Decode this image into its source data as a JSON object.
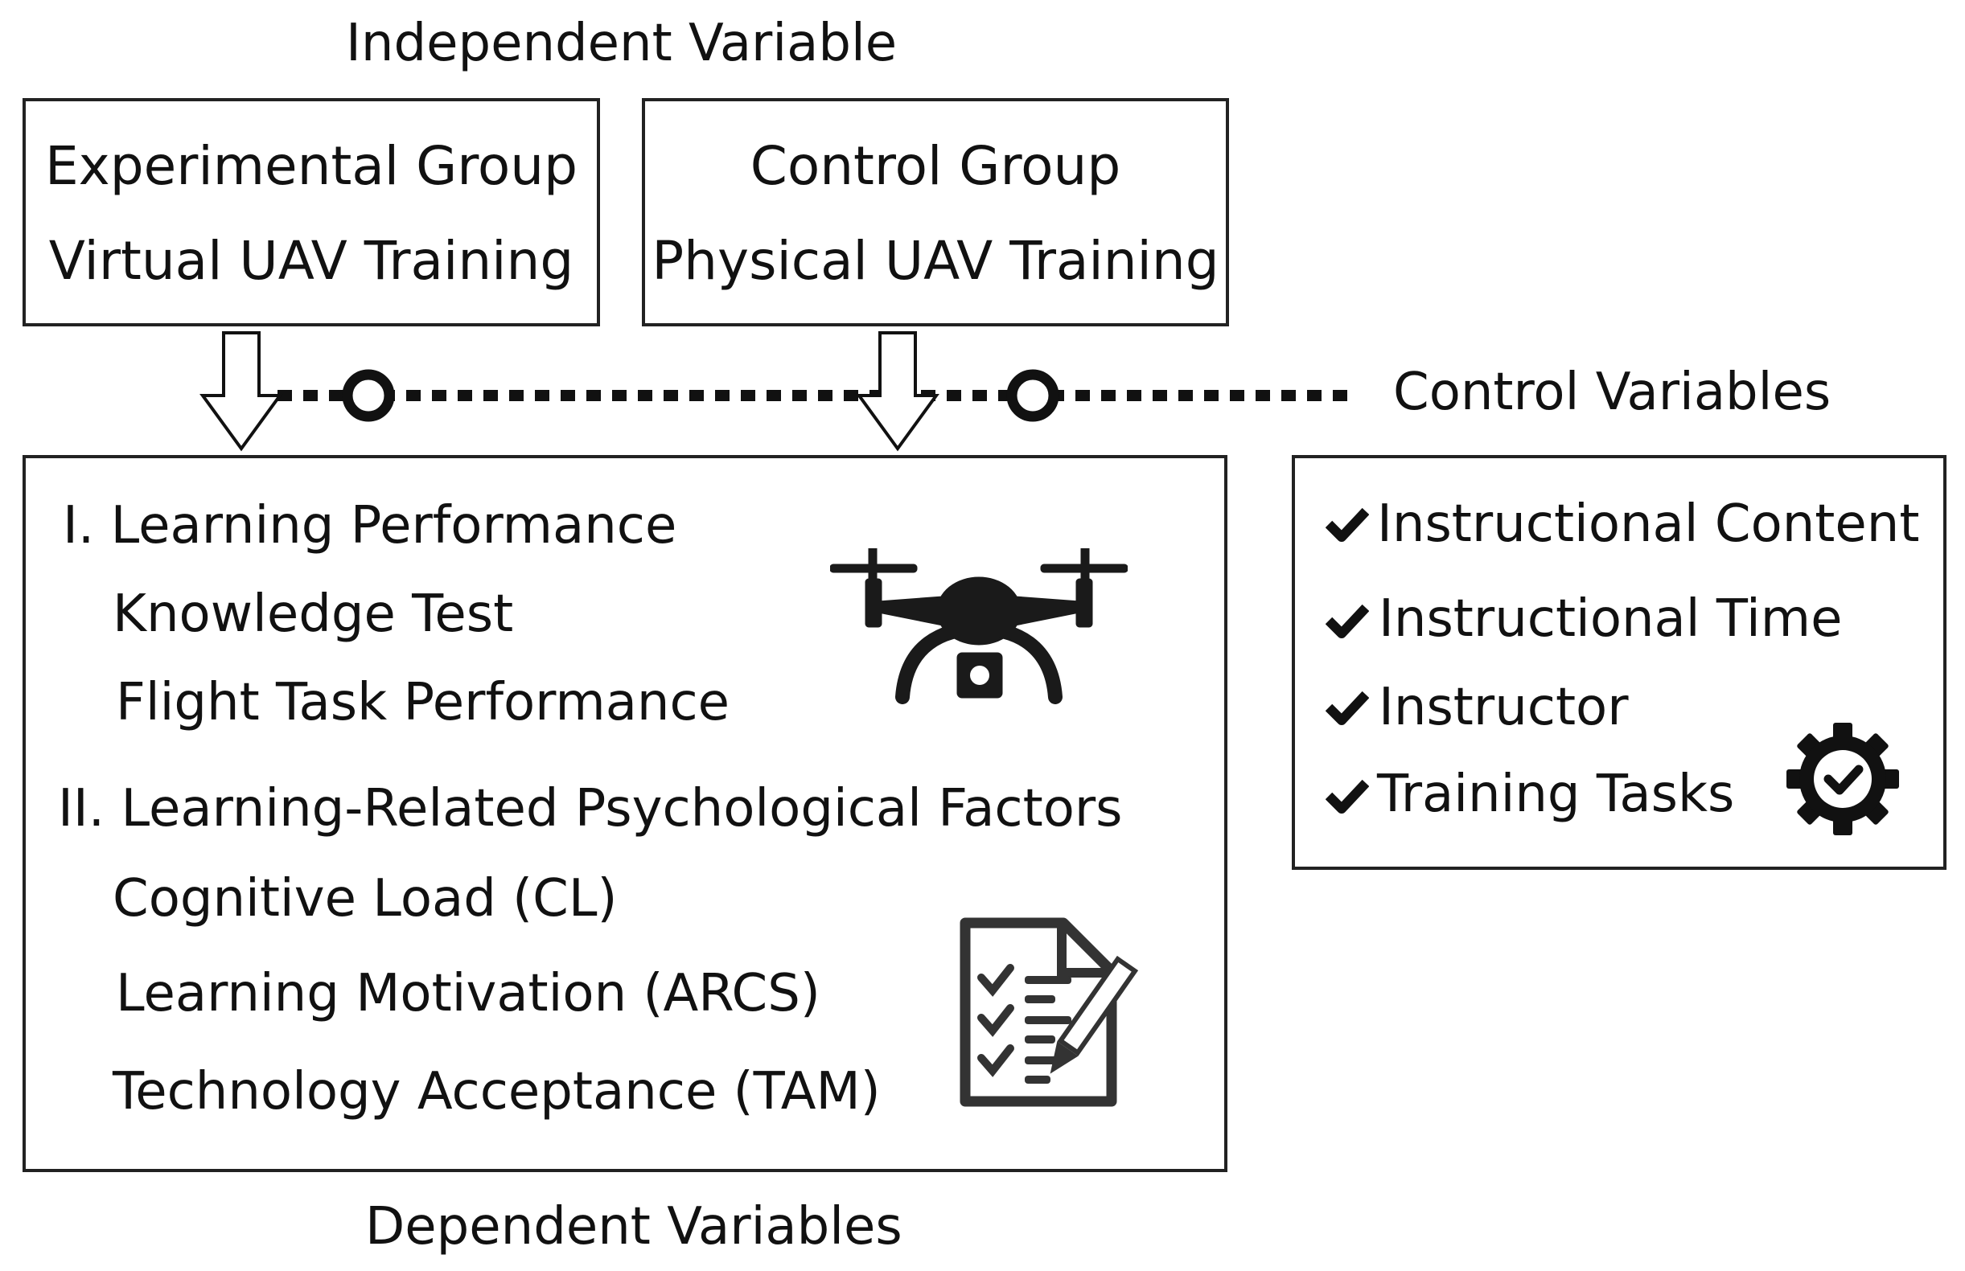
{
  "title_independent": "Independent Variable",
  "experimental": {
    "line1": "Experimental Group",
    "line2": "Virtual UAV Training"
  },
  "control_group": {
    "line1": "Control Group",
    "line2": "Physical UAV Training"
  },
  "control_variables_label": "Control Variables",
  "dependent": {
    "section1": "I. Learning Performance",
    "items1": [
      "Knowledge Test",
      "Flight Task Performance"
    ],
    "section2": "II. Learning-Related Psychological Factors",
    "items2": [
      "Cognitive Load (CL)",
      "Learning Motivation (ARCS)",
      "Technology Acceptance (TAM)"
    ]
  },
  "controls": [
    "Instructional Content",
    "Instructional Time",
    "Instructor",
    "Training Tasks"
  ],
  "dependent_label": "Dependent Variables",
  "icons": [
    "drone-icon",
    "checklist-icon",
    "gear-check-icon",
    "check-icon"
  ],
  "colors": {
    "line": "#222222",
    "icon": "#1a1a1a",
    "background": "#ffffff"
  }
}
